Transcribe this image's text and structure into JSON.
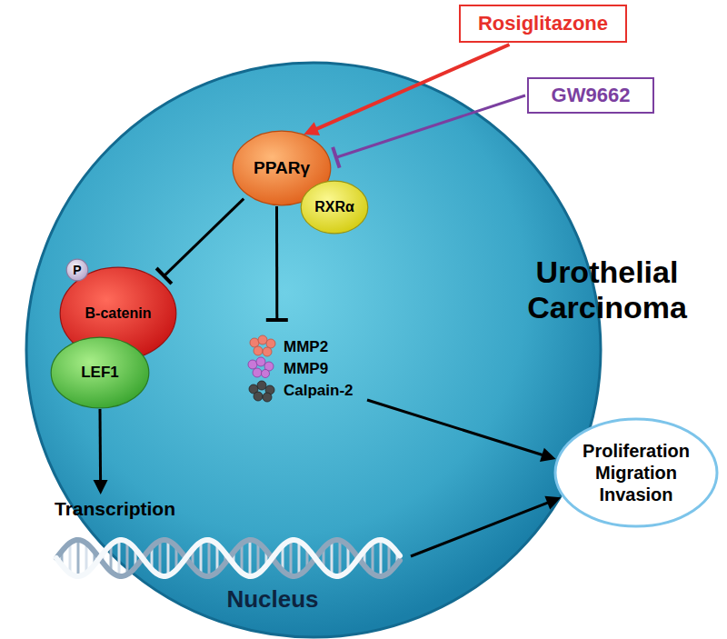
{
  "diagram": {
    "nodes": [
      {
        "text": [
          "Rosiglitazone"
        ]
      },
      {
        "text": [
          "GW9662"
        ]
      },
      {
        "text": [
          "Urothelial Carcinoma",
          "Nucleus"
        ]
      },
      {
        "text": [
          "PPARγ"
        ],
        "in": 2
      },
      {
        "text": [
          "RXRα"
        ],
        "in": 2
      },
      {
        "text": [
          "P"
        ],
        "in": 2
      },
      {
        "text": [
          "B-catenin"
        ],
        "in": 2
      },
      {
        "text": [
          "LEF1"
        ],
        "in": 2
      },
      {
        "text": [
          "MMP2",
          "MMP9",
          "Calpain-2"
        ],
        "in": 2
      },
      {
        "text": [
          "Transcription"
        ],
        "in": 2
      },
      {
        "text": [
          "Proliferation Migration Invasion"
        ]
      }
    ],
    "edges": [
      {
        "from": 0,
        "to": 3,
        "arrow": "to"
      },
      {
        "from": 1,
        "to": 3,
        "arrow": "to"
      },
      {
        "from": 3,
        "to": 6,
        "arrow": "to"
      },
      {
        "from": 3,
        "to": 8,
        "arrow": "to"
      },
      {
        "from": 7,
        "to": 9,
        "arrow": "to"
      },
      {
        "from": 8,
        "to": 10,
        "arrow": "to"
      },
      {
        "from": 9,
        "to": 10,
        "arrow": "to"
      }
    ]
  }
}
